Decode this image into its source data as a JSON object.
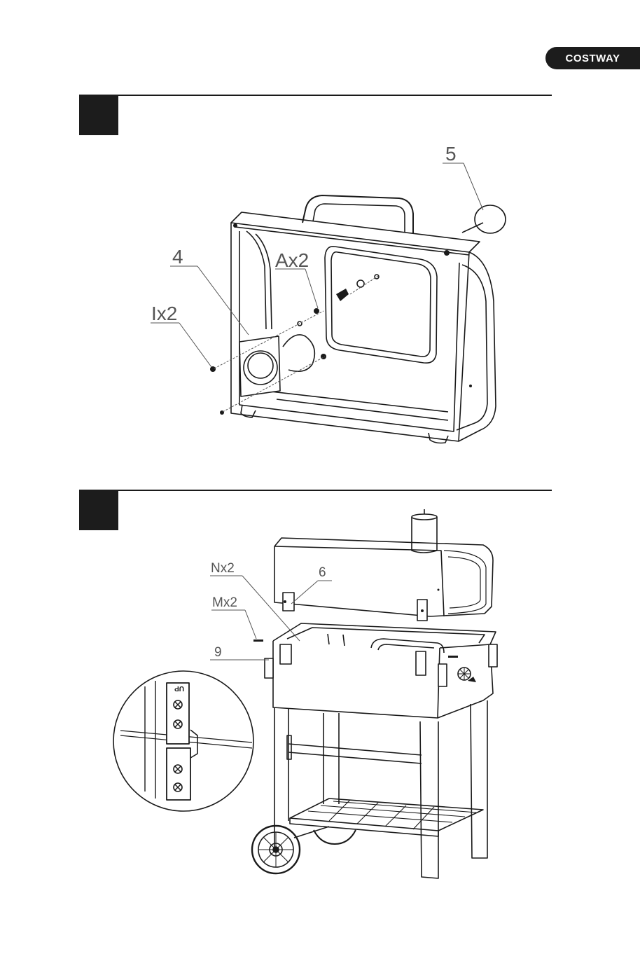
{
  "brand": {
    "name": "COSTWAY"
  },
  "step1": {
    "parts": {
      "part_5": "5",
      "part_4": "4",
      "fastener_a": "Ax2",
      "fastener_i": "Ix2"
    }
  },
  "step2": {
    "parts": {
      "fastener_n": "Nx2",
      "part_6": "6",
      "fastener_m": "Mx2",
      "part_9": "9"
    },
    "detail_label": "UP"
  }
}
